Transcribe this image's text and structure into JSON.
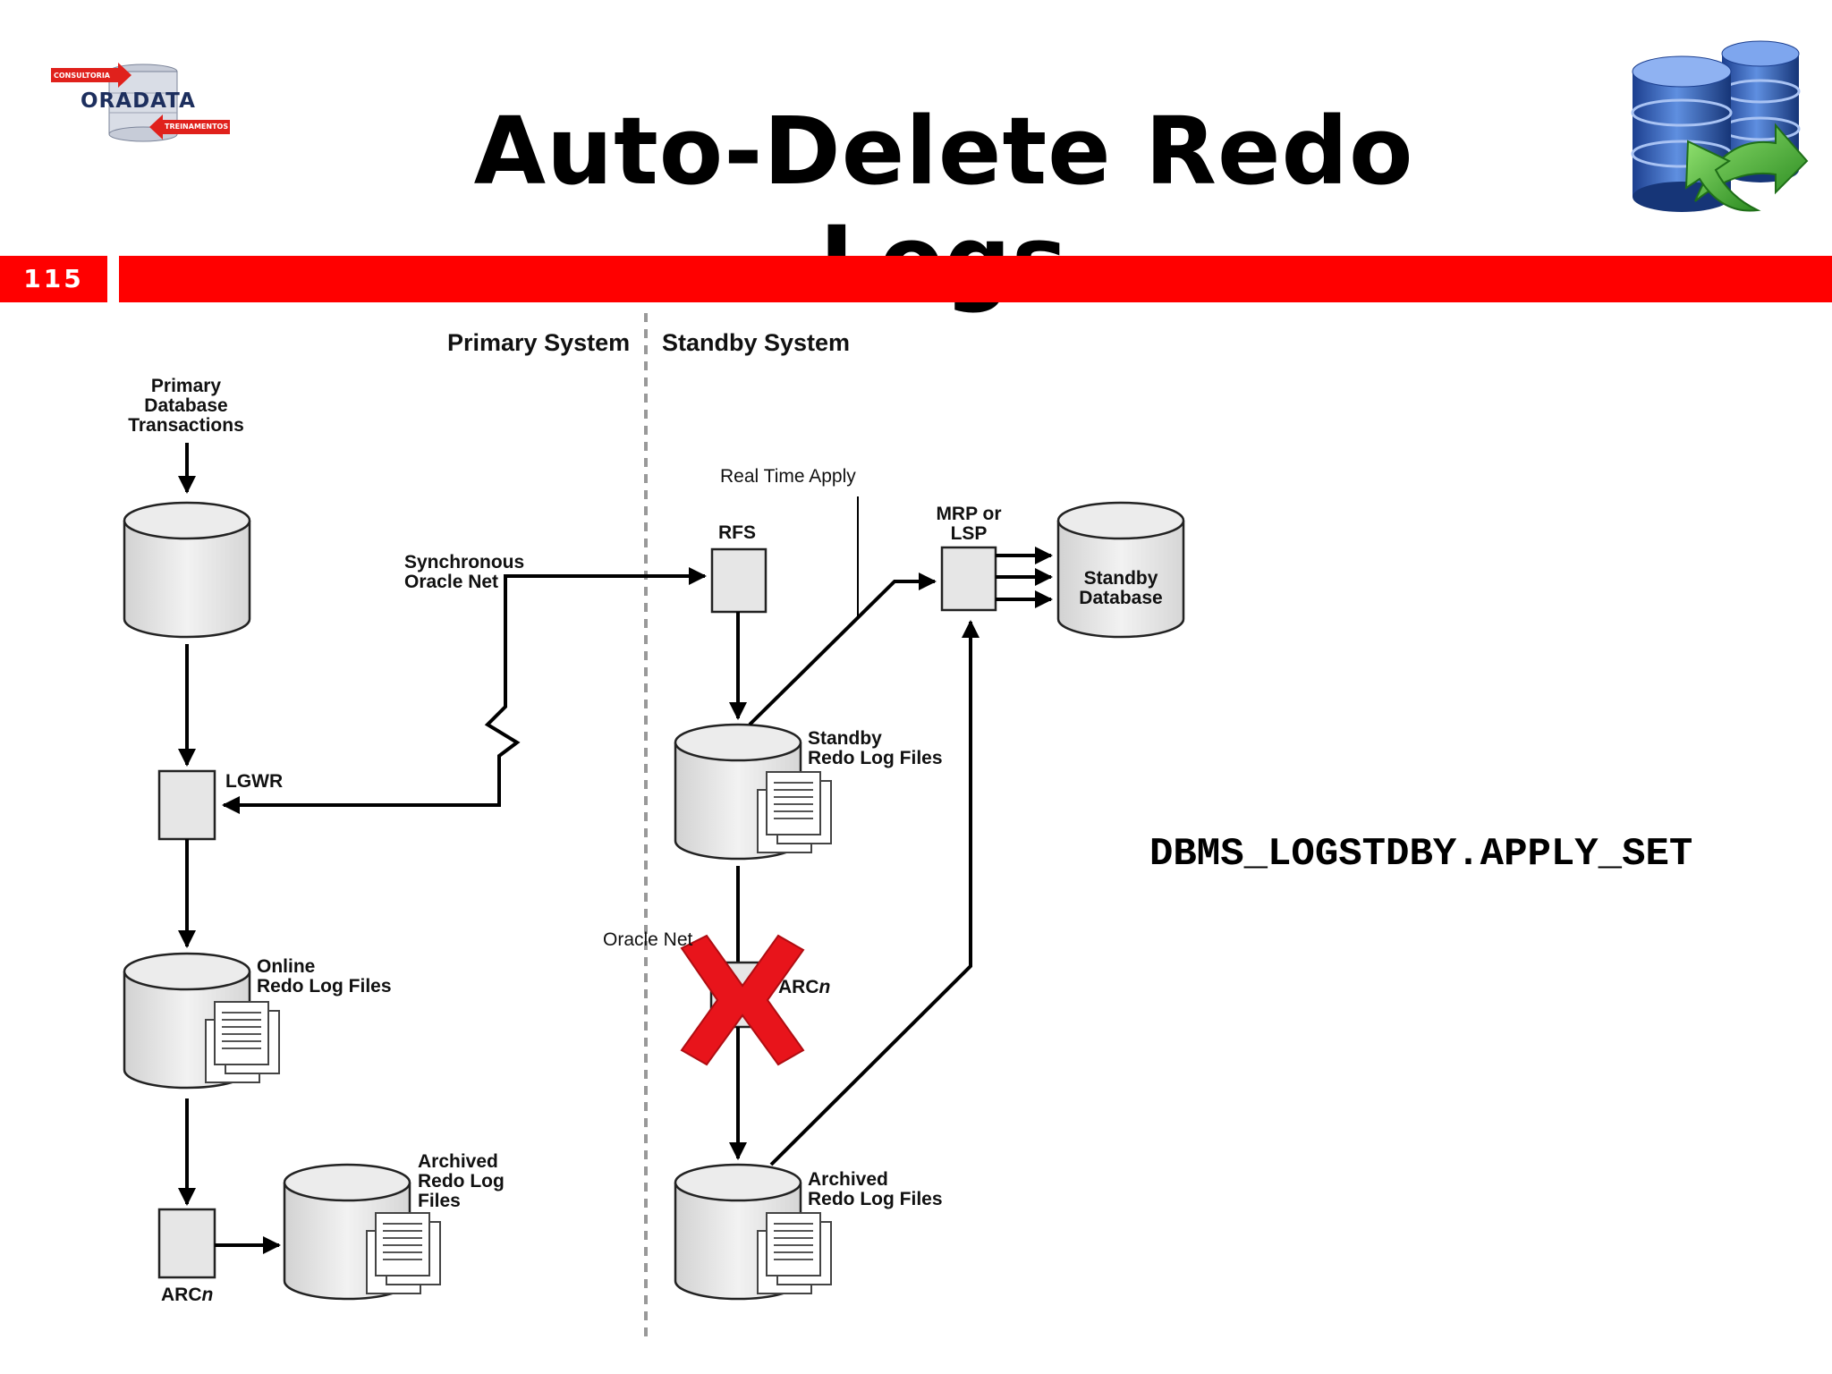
{
  "title": "Auto-Delete Redo Logs",
  "page_number": "115",
  "logo": {
    "name": "ORADATA",
    "tag_top": "CONSULTORIA",
    "tag_bottom": "TREINAMENTOS"
  },
  "icons": {
    "logo": "oradata-logo-icon",
    "database_sync": "database-sync-icon",
    "cancel": "red-x-icon"
  },
  "colors": {
    "accent": "#ff0000",
    "cross": "#e8141b",
    "arrow": "#3aa62f"
  },
  "diagram": {
    "primary_header": "Primary System",
    "standby_header": "Standby System",
    "primary_transactions": "Primary\nDatabase\nTransactions",
    "lgwr": "LGWR",
    "online_redo": "Online\nRedo Log Files",
    "arcn_primary_prefix": "ARC",
    "arcn_primary_suffix": "n",
    "archived_primary": "Archived\nRedo Log\nFiles",
    "sync_net": "Synchronous\nOracle Net",
    "rfs": "RFS",
    "real_time_apply": "Real Time Apply",
    "mrp_lsp": "MRP or\nLSP",
    "standby_database": "Standby\nDatabase",
    "standby_redo": "Standby\nRedo Log Files",
    "oracle_net": "Oracle Net",
    "arcn_standby_prefix": "ARC",
    "arcn_standby_suffix": "n",
    "archived_standby": "Archived\nRedo Log Files"
  },
  "api_call": "DBMS_LOGSTDBY.APPLY_SET"
}
